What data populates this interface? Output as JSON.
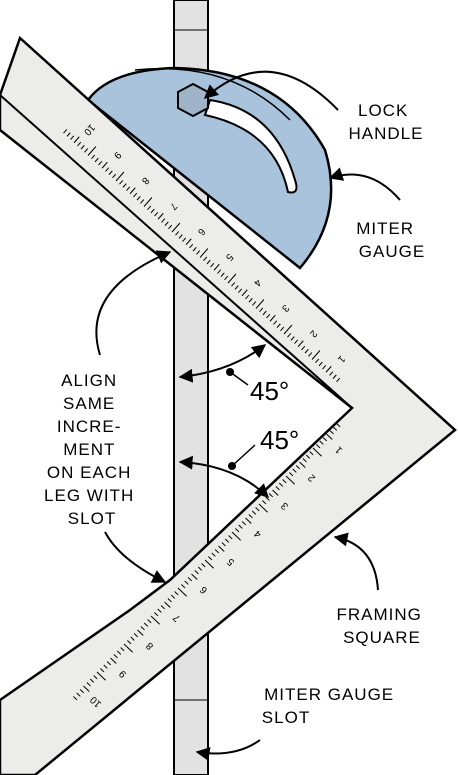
{
  "labels": {
    "lock_handle": [
      "LOCK",
      "HANDLE"
    ],
    "miter_gauge": [
      "MITER",
      "GAUGE"
    ],
    "align_note": [
      "ALIGN",
      "SAME",
      "INCRE-",
      "MENT",
      "ON EACH",
      "LEG WITH",
      "SLOT"
    ],
    "framing_square": [
      "FRAMING",
      "SQUARE"
    ],
    "miter_gauge_slot": [
      "MITER GAUGE",
      "SLOT"
    ]
  },
  "angles": {
    "upper": "45°",
    "lower": "45°"
  },
  "scale_numbers": {
    "upper_leg": [
      "10",
      "9",
      "8",
      "7",
      "6",
      "5",
      "4",
      "3",
      "2",
      "1"
    ],
    "lower_leg": [
      "1",
      "2",
      "3",
      "4",
      "5",
      "6",
      "7",
      "8",
      "9",
      "10"
    ]
  },
  "colors": {
    "gauge_fill": "#a9c3dc",
    "square_fill": "#ececea",
    "slot_fill": "#e2e2e2",
    "outline": "#000000"
  }
}
